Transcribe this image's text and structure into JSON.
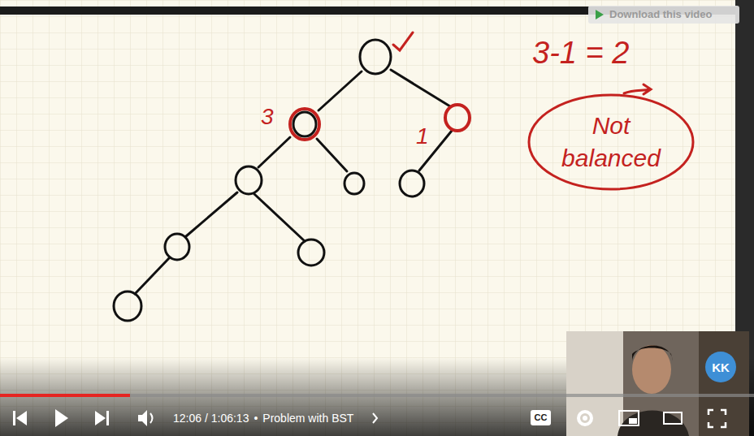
{
  "diagram": {
    "nodes": [
      {
        "text": [
          "Not balanced"
        ]
      }
    ],
    "labels": [
      "Download this video",
      "3-1 = 2",
      "3",
      "1",
      "12:06 / 1:06:13",
      "•",
      "Problem with BST",
      "CC",
      "KK"
    ]
  }
}
